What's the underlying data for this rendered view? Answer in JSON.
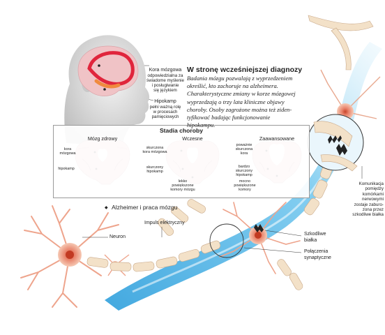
{
  "header": {
    "title": "W stronę wcześniejszej diagnozy",
    "intro_lines": [
      "Badania mózgu pozwalają z wyprzedzeniem",
      "określić, kto zachoruje na alzheimera.",
      "Charakterystyczne zmiany w korze mózgowej",
      "wyprzedzają o trzy lata kliniczne objawy",
      "choroby. Osoby zagrożone można też ziden-",
      "tyfikować badając funkcjonowanie",
      "hipokampu."
    ]
  },
  "brain_labels": {
    "kora_title": "Kora mózgowa",
    "kora_desc": [
      "odpowiedzialna za",
      "świadome myślenie",
      "i posługiwanie",
      "się językiem"
    ],
    "hipokamp_title": "Hipokamp",
    "hipokamp_desc": [
      "pełni ważną rolę",
      "w procesach",
      "pamięciowych"
    ]
  },
  "stages": {
    "title": "Stadia choroby",
    "healthy": {
      "title": "Mózg zdrowy",
      "labels": [
        [
          "kora",
          "mózgowa"
        ],
        [
          "hipokamp"
        ]
      ]
    },
    "early": {
      "title": "Wczesne",
      "labels": [
        [
          "skurczona",
          "kora mózgowa"
        ],
        [
          "skurczony",
          "hipokamp"
        ],
        [
          "lekko",
          "powiększone",
          "komory mózgu"
        ]
      ]
    },
    "advanced": {
      "title": "Zaawansowane",
      "labels": [
        [
          "poważnie",
          "skurczona",
          "kora"
        ],
        [
          "bardzo",
          "skurczony",
          "hipokamp"
        ],
        [
          "mocno",
          "powiększone",
          "komory"
        ]
      ]
    }
  },
  "neurons": {
    "subtitle": "Alzheimer i praca mózgu",
    "impulse": "Impuls elektryczny",
    "neuron": "Neuron",
    "damaged": [
      "Szkodliwe",
      "białka"
    ],
    "synaptic": [
      "Połączenia",
      "synaptyczne"
    ],
    "communication": [
      "Komunikacja",
      "pomiędzy",
      "komórkami",
      "nerwowymi",
      "zostaje zaburo-",
      "zona przez",
      "szkodliwe białka"
    ]
  },
  "colors": {
    "flow": "#5bbdea",
    "neuron_body": "#e07050",
    "axon": "#f3e1c8",
    "brain_pink": "#e9b9bd",
    "cortex_red": "#e0253c",
    "hippocampus_orange": "#f08a3e"
  }
}
